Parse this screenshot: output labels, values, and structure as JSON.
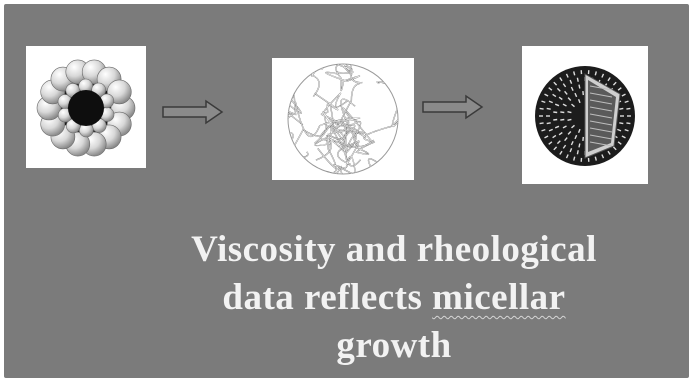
{
  "caption": {
    "line1": "Viscosity and rheological",
    "line2_a": "data  reflects ",
    "line2_b": "micellar",
    "line3": "growth"
  },
  "colors": {
    "background": "#7b7b7b",
    "panel": "#ffffff",
    "caption_text": "#f2f2f2",
    "arrow_fill": "#8a8a8a",
    "arrow_stroke": "#3a3a3a"
  },
  "icons": {
    "panel1": "spherical-micelle-icon",
    "panel2": "wormlike-micelle-network-icon",
    "panel3": "vesicle-cutaway-icon",
    "arrow": "right-arrow-icon"
  }
}
